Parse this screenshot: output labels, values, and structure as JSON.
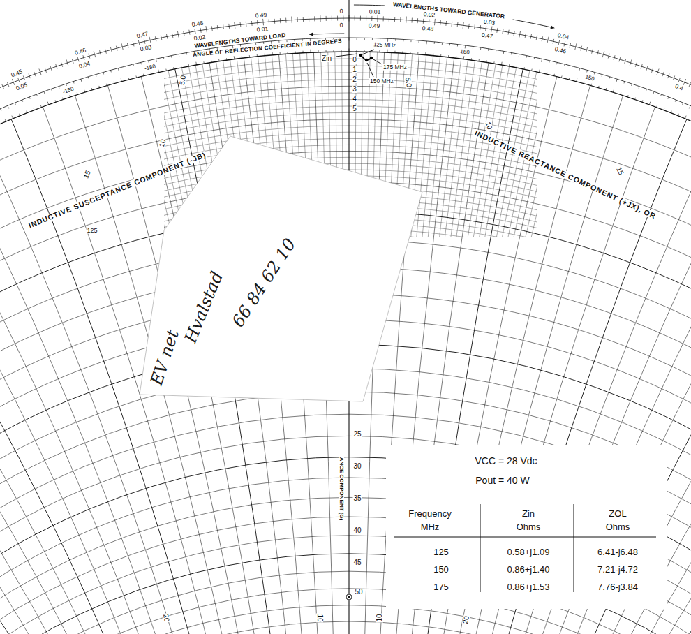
{
  "diagram": {
    "labels": [
      "WAVELENGTHS TOWARD GENERATOR",
      "WAVELENGTHS TOWARD LOAD",
      "ANGLE OF REFLECTION COEFFICIENT IN DEGREES",
      "0",
      "0.49",
      "0.48",
      "0.47",
      "0.46",
      "0.45",
      "0",
      "0.01",
      "0.02",
      "0.03",
      "0.04",
      "0.05",
      "0.01",
      "0.02",
      "0.03",
      "0.04",
      "0.49",
      "0.48",
      "0.47",
      "0.46",
      "0.4",
      "-180",
      "-150",
      "160",
      "150",
      "125 MHz",
      "Zin",
      "175 MHz",
      "150 MHz",
      "0",
      "1",
      "2",
      "3",
      "4",
      "5",
      "5.0",
      "5.0",
      "10",
      "10",
      "15",
      "15",
      "INDUCTIVE SUSCEPTANCE COMPONENT (-JB)",
      "INDUCTIVE REACTANCE COMPONENT (+JX), OR",
      "125",
      "25",
      "30",
      "35",
      "40",
      "45",
      "50",
      "ANCE COMPONENT (G)",
      "20",
      "10",
      "10",
      "20",
      "EV net",
      "Hvalstad",
      "66 84 62 10",
      "VCC = 28 Vdc",
      "Pout = 40 W",
      "Frequency",
      "MHz",
      "Zin",
      "Ohms",
      "ZOL",
      "Ohms",
      "125",
      "0.58+j1.09",
      "6.41-j6.48",
      "150",
      "0.86+j1.40",
      "7.21-j4.72",
      "175",
      "0.86+j1.53",
      "7.76-j3.84"
    ]
  }
}
